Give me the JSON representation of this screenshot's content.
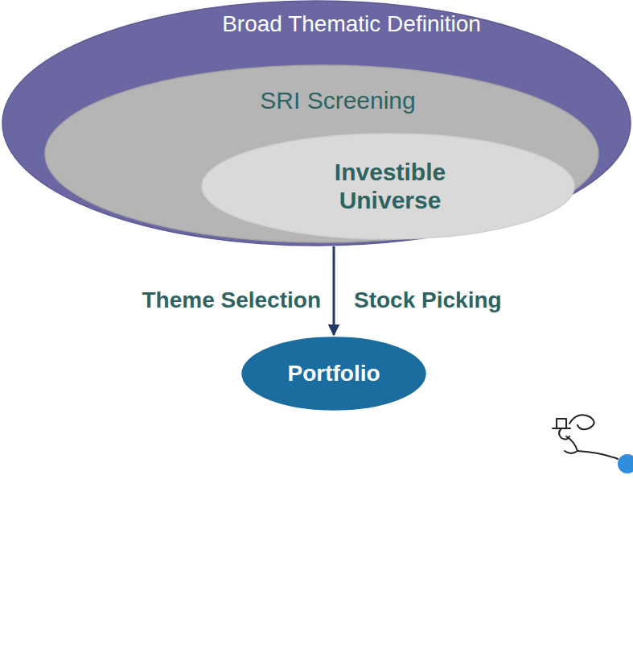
{
  "diagram": {
    "nodes": [
      {
        "text": [
          "Broad Thematic Definition"
        ]
      },
      {
        "text": [
          "SRI Screening"
        ],
        "in": 0
      },
      {
        "text": [
          "Investible Universe"
        ],
        "in": 1
      },
      {
        "text": [
          "Portfolio"
        ]
      }
    ],
    "edges": [
      {
        "from": 0,
        "to": 3,
        "arrow": "to"
      }
    ],
    "labels": [
      "Theme Selection",
      "Stock Picking"
    ]
  }
}
